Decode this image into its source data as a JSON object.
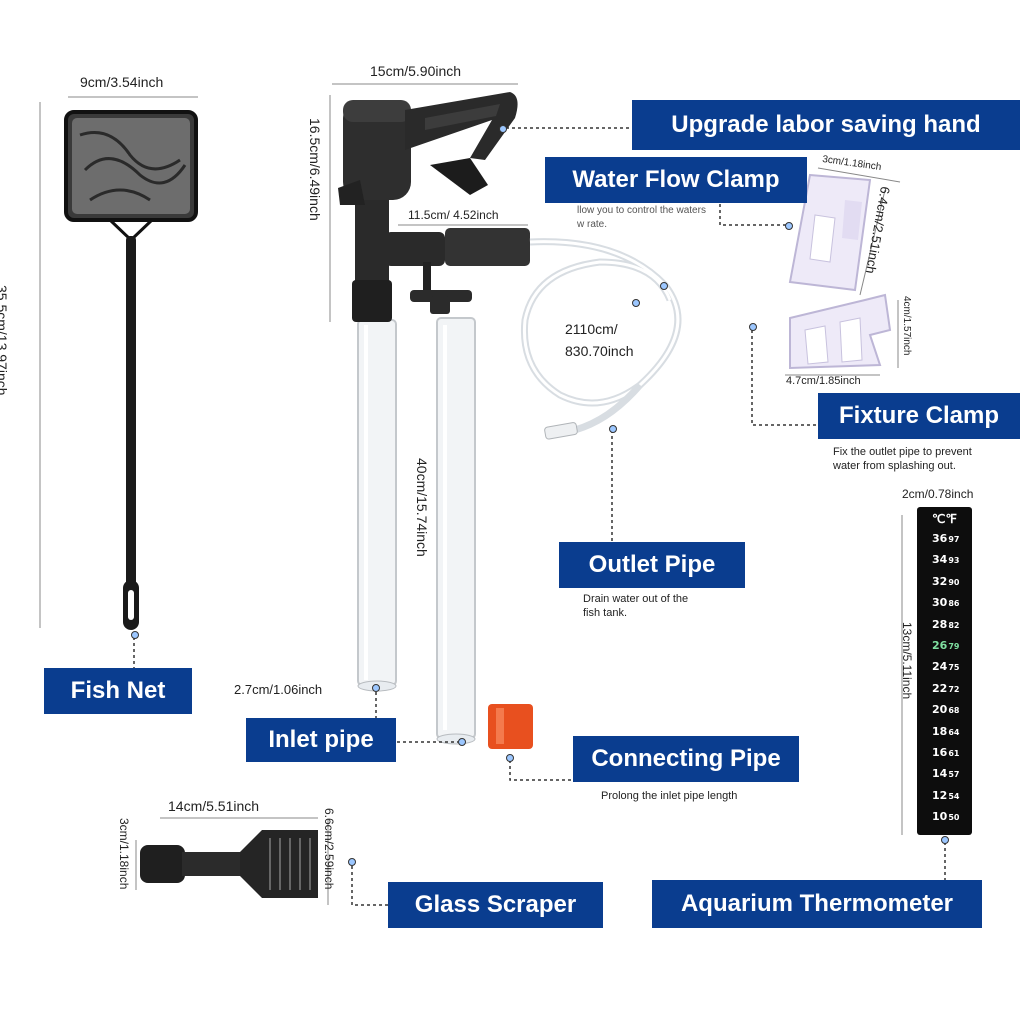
{
  "labels": {
    "fish_net": "Fish Net",
    "upgrade": "Upgrade labor saving hand",
    "water_flow": "Water Flow Clamp",
    "fixture": "Fixture Clamp",
    "outlet": "Outlet Pipe",
    "inlet": "Inlet pipe",
    "connecting": "Connecting Pipe",
    "scraper": "Glass Scraper",
    "thermometer": "Aquarium Thermometer"
  },
  "descriptions": {
    "water_flow": "llow you to control the waters\nw rate.",
    "fixture": "Fix the outlet pipe to prevent\nwater from splashing out.",
    "outlet": "Drain water out of the\nfish tank.",
    "connecting": "Prolong the inlet pipe length"
  },
  "dimensions": {
    "net_width": "9cm/3.54inch",
    "net_length": "35.5cm/13.97inch",
    "gun_width": "15cm/5.90inch",
    "gun_height": "16.5cm/6.49inch",
    "side_pipe": "11.5cm/ 4.52inch",
    "hose_length": "2110cm/\n830.70inch",
    "tube_length": "40cm/15.74inch",
    "tube_diameter": "2.7cm/1.06inch",
    "clamp_width": "3cm/1.18inch",
    "clamp_height": "6.4cm/2.51inch",
    "fixture_height": "4cm/1.57inch",
    "fixture_width": "4.7cm/1.85inch",
    "therm_width": "2cm/0.78inch",
    "therm_height": "13cm/5.11inch",
    "scraper_length": "14cm/5.51inch",
    "scraper_blade": "6.6cm/2.59inch",
    "scraper_handle": "3cm/1.18inch"
  },
  "thermometer": {
    "header": "℃℉",
    "rows": [
      {
        "c": "36",
        "f": "97"
      },
      {
        "c": "34",
        "f": "93"
      },
      {
        "c": "32",
        "f": "90"
      },
      {
        "c": "30",
        "f": "86"
      },
      {
        "c": "28",
        "f": "82"
      },
      {
        "c": "26",
        "f": "79"
      },
      {
        "c": "24",
        "f": "75"
      },
      {
        "c": "22",
        "f": "72"
      },
      {
        "c": "20",
        "f": "68"
      },
      {
        "c": "18",
        "f": "64"
      },
      {
        "c": "16",
        "f": "61"
      },
      {
        "c": "14",
        "f": "57"
      },
      {
        "c": "12",
        "f": "54"
      },
      {
        "c": "10",
        "f": "50"
      }
    ],
    "highlight_color": "#7fe0a0"
  },
  "colors": {
    "label_bg": "#0a3d8f",
    "connector_orange": "#e8501f",
    "gun_black": "#222222"
  }
}
